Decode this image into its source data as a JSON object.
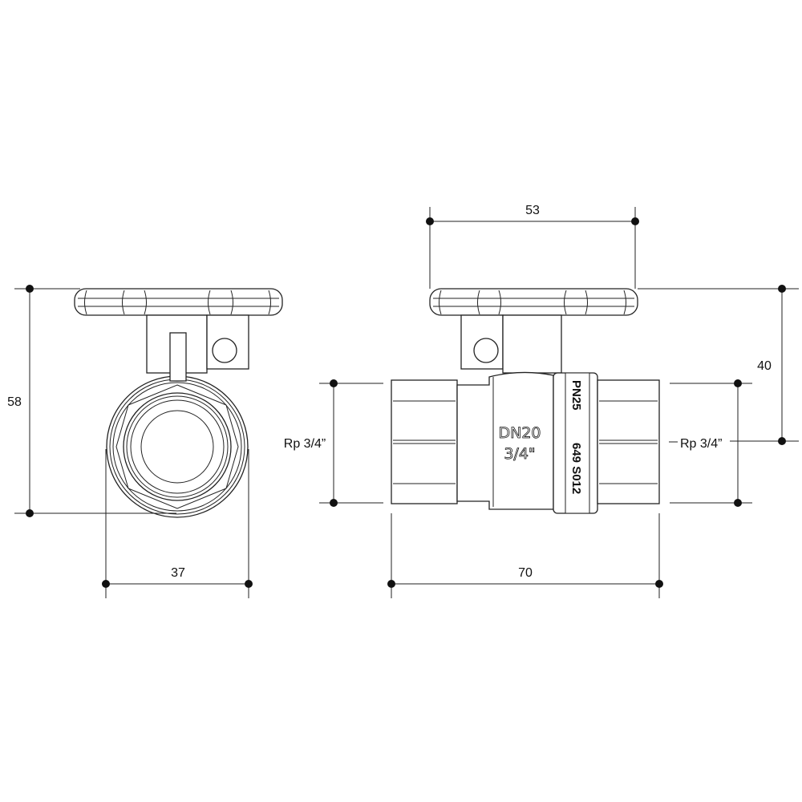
{
  "drawing": {
    "front_view": {
      "height_dim": "58",
      "width_dim": "37"
    },
    "side_view": {
      "handle_dim": "53",
      "axis_height_dim": "40",
      "length_dim": "70",
      "thread_left": "Rp 3/4”",
      "thread_right": "Rp 3/4”",
      "body_marking_size": "DN20",
      "body_marking_inch": "3/4\"",
      "nut_marking_1": "PN25",
      "nut_marking_2": "649 S012"
    }
  }
}
